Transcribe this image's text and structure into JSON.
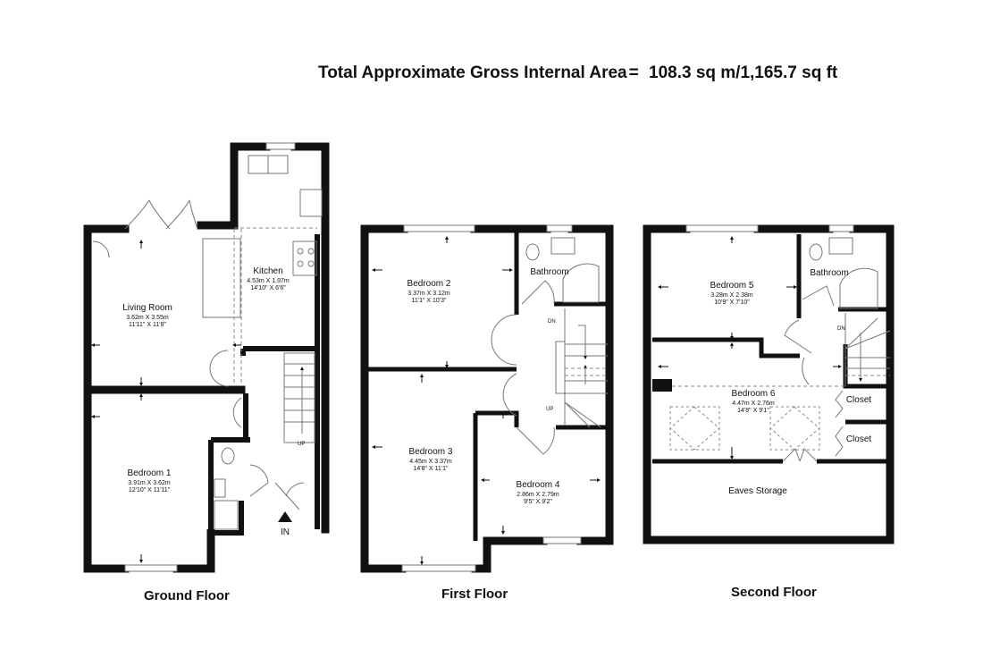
{
  "header": {
    "label": "Total Approximate Gross Internal Area",
    "equals": "=",
    "area_metric": "108.3 sq m",
    "separator": "/",
    "area_imperial": "1,165.7 sq ft"
  },
  "floors": [
    {
      "name": "Ground Floor",
      "rooms": [
        {
          "name": "Living Room",
          "metric": "3.62m X 3.55m",
          "imperial": "11'11\" X 11'8\""
        },
        {
          "name": "Kitchen",
          "metric": "4.53m X 1.97m",
          "imperial": "14'10\" X 6'6\""
        },
        {
          "name": "Bedroom 1",
          "metric": "3.91m X 3.62m",
          "imperial": "12'10\" X 11'11\""
        }
      ],
      "stair_label": "UP",
      "entrance_label": "IN"
    },
    {
      "name": "First Floor",
      "rooms": [
        {
          "name": "Bedroom 2",
          "metric": "3.37m X 3.12m",
          "imperial": "11'1\" X 10'3\""
        },
        {
          "name": "Bathroom"
        },
        {
          "name": "Bedroom 3",
          "metric": "4.45m X 3.37m",
          "imperial": "14'8\" X 11'1\""
        },
        {
          "name": "Bedroom 4",
          "metric": "2.86m X 2.79m",
          "imperial": "9'5\" X 9'2\""
        }
      ],
      "stair_labels": [
        "DN",
        "UP"
      ]
    },
    {
      "name": "Second Floor",
      "rooms": [
        {
          "name": "Bedroom 5",
          "metric": "3.28m X 2.38m",
          "imperial": "10'9\" X 7'10\""
        },
        {
          "name": "Bathroom"
        },
        {
          "name": "Bedroom 6",
          "metric": "4.47m X 2.76m",
          "imperial": "14'8\" X 9'1\""
        },
        {
          "name": "Closet"
        },
        {
          "name": "Closet"
        },
        {
          "name": "Eaves Storage"
        }
      ],
      "stair_label": "DN"
    }
  ],
  "colors": {
    "wall": "#111111",
    "line": "#555555",
    "background": "#ffffff"
  }
}
